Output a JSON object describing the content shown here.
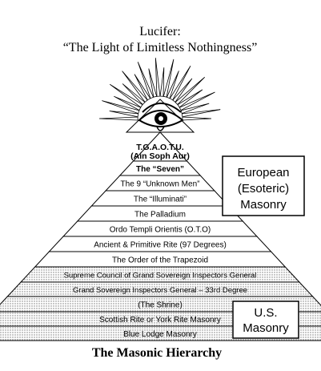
{
  "header": {
    "line1": "Lucifer:",
    "line2": "“The Light of Limitless Nothingness”"
  },
  "tiers": [
    "T.G.A.O.T.U.",
    "(Ain Soph Aur)",
    "The “Seven”",
    "The 9 “Unknown Men”",
    "The “Illuminati”",
    "The Palladium",
    "Ordo Templi Orientis (O.T.O)",
    "Ancient & Primitive Rite (97 Degrees)",
    "The Order of the Trapezoid",
    "Supreme Council of Grand Sovereign Inspectors General",
    "Grand Sovereign Inspectors General – 33rd Degree",
    "(The Shrine)",
    "Scottish Rite or York Rite Masonry",
    "Blue Lodge Masonry"
  ],
  "boxes": {
    "european": [
      "European",
      "(Esoteric)",
      "Masonry"
    ],
    "us": [
      "U.S.",
      "Masonry"
    ]
  },
  "footer": {
    "title": "The Masonic Hierarchy"
  },
  "icons": {
    "apex": "all-seeing-eye-icon",
    "rays": "sunburst-rays-icon"
  }
}
